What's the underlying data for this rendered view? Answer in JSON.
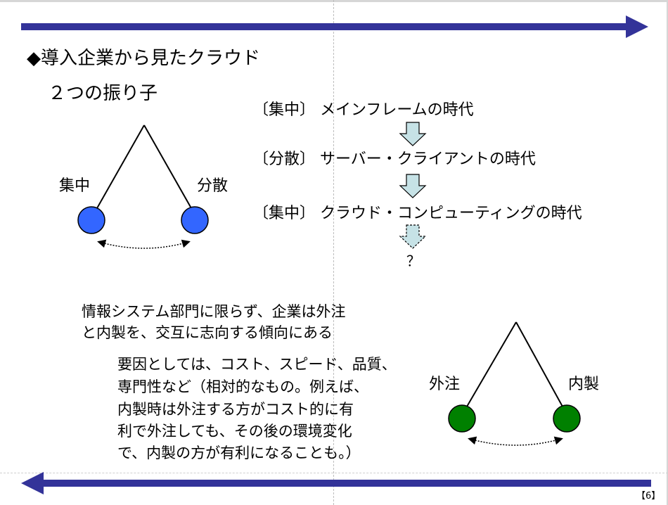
{
  "title": "◆導入企業から見たクラウド",
  "subtitle": "２つの振り子",
  "eras": [
    "〔集中〕 メインフレームの時代",
    "〔分散〕 サーバー・クライアントの時代",
    "〔集中〕 クラウド・コンピューティングの時代"
  ],
  "next_era": "？",
  "pendulum1": {
    "left_label": "集中",
    "right_label": "分散",
    "bob_color": "#3366ff"
  },
  "pendulum2": {
    "left_label": "外注",
    "right_label": "内製",
    "bob_color": "#008000"
  },
  "paragraph": {
    "line1": "情報システム部門に限らず、企業は外注",
    "line2": "と内製を、交互に志向する傾向にある",
    "line3": "要因としては、コスト、スピード、品質、",
    "line4": "専門性など（相対的なもの。例えば、",
    "line5": "内製時は外注する方がコスト的に有",
    "line6": "利で外注しても、その後の環境変化",
    "line7": "で、内製の方が有利になることも。）"
  },
  "page_number": "【6】",
  "colors": {
    "timeline_arrow": "#333399",
    "down_arrow_fill": "#c6e2e6"
  }
}
